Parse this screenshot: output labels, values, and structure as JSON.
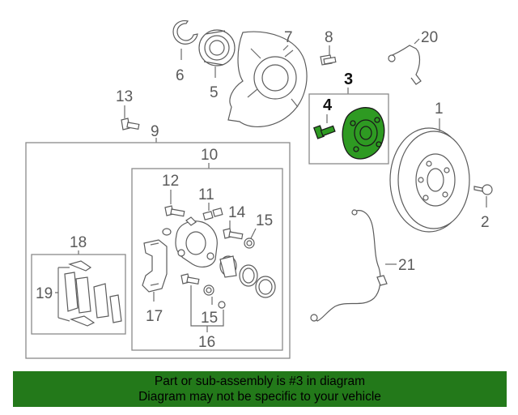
{
  "callouts": {
    "c1": "1",
    "c2": "2",
    "c3": "3",
    "c4": "4",
    "c5": "5",
    "c6": "6",
    "c7": "7",
    "c8": "8",
    "c9": "9",
    "c10": "10",
    "c11": "11",
    "c12": "12",
    "c13": "13",
    "c14": "14",
    "c15a": "15",
    "c15b": "15",
    "c16": "16",
    "c17": "17",
    "c18": "18",
    "c19": "19",
    "c20": "20",
    "c21": "21"
  },
  "banner": {
    "line1": "Part or sub-assembly is #3 in diagram",
    "line2": "Diagram may not be specific to your vehicle"
  },
  "colors": {
    "highlight": "#2e9a22",
    "banner_bg": "#23791a",
    "line": "#6b6b6b"
  }
}
